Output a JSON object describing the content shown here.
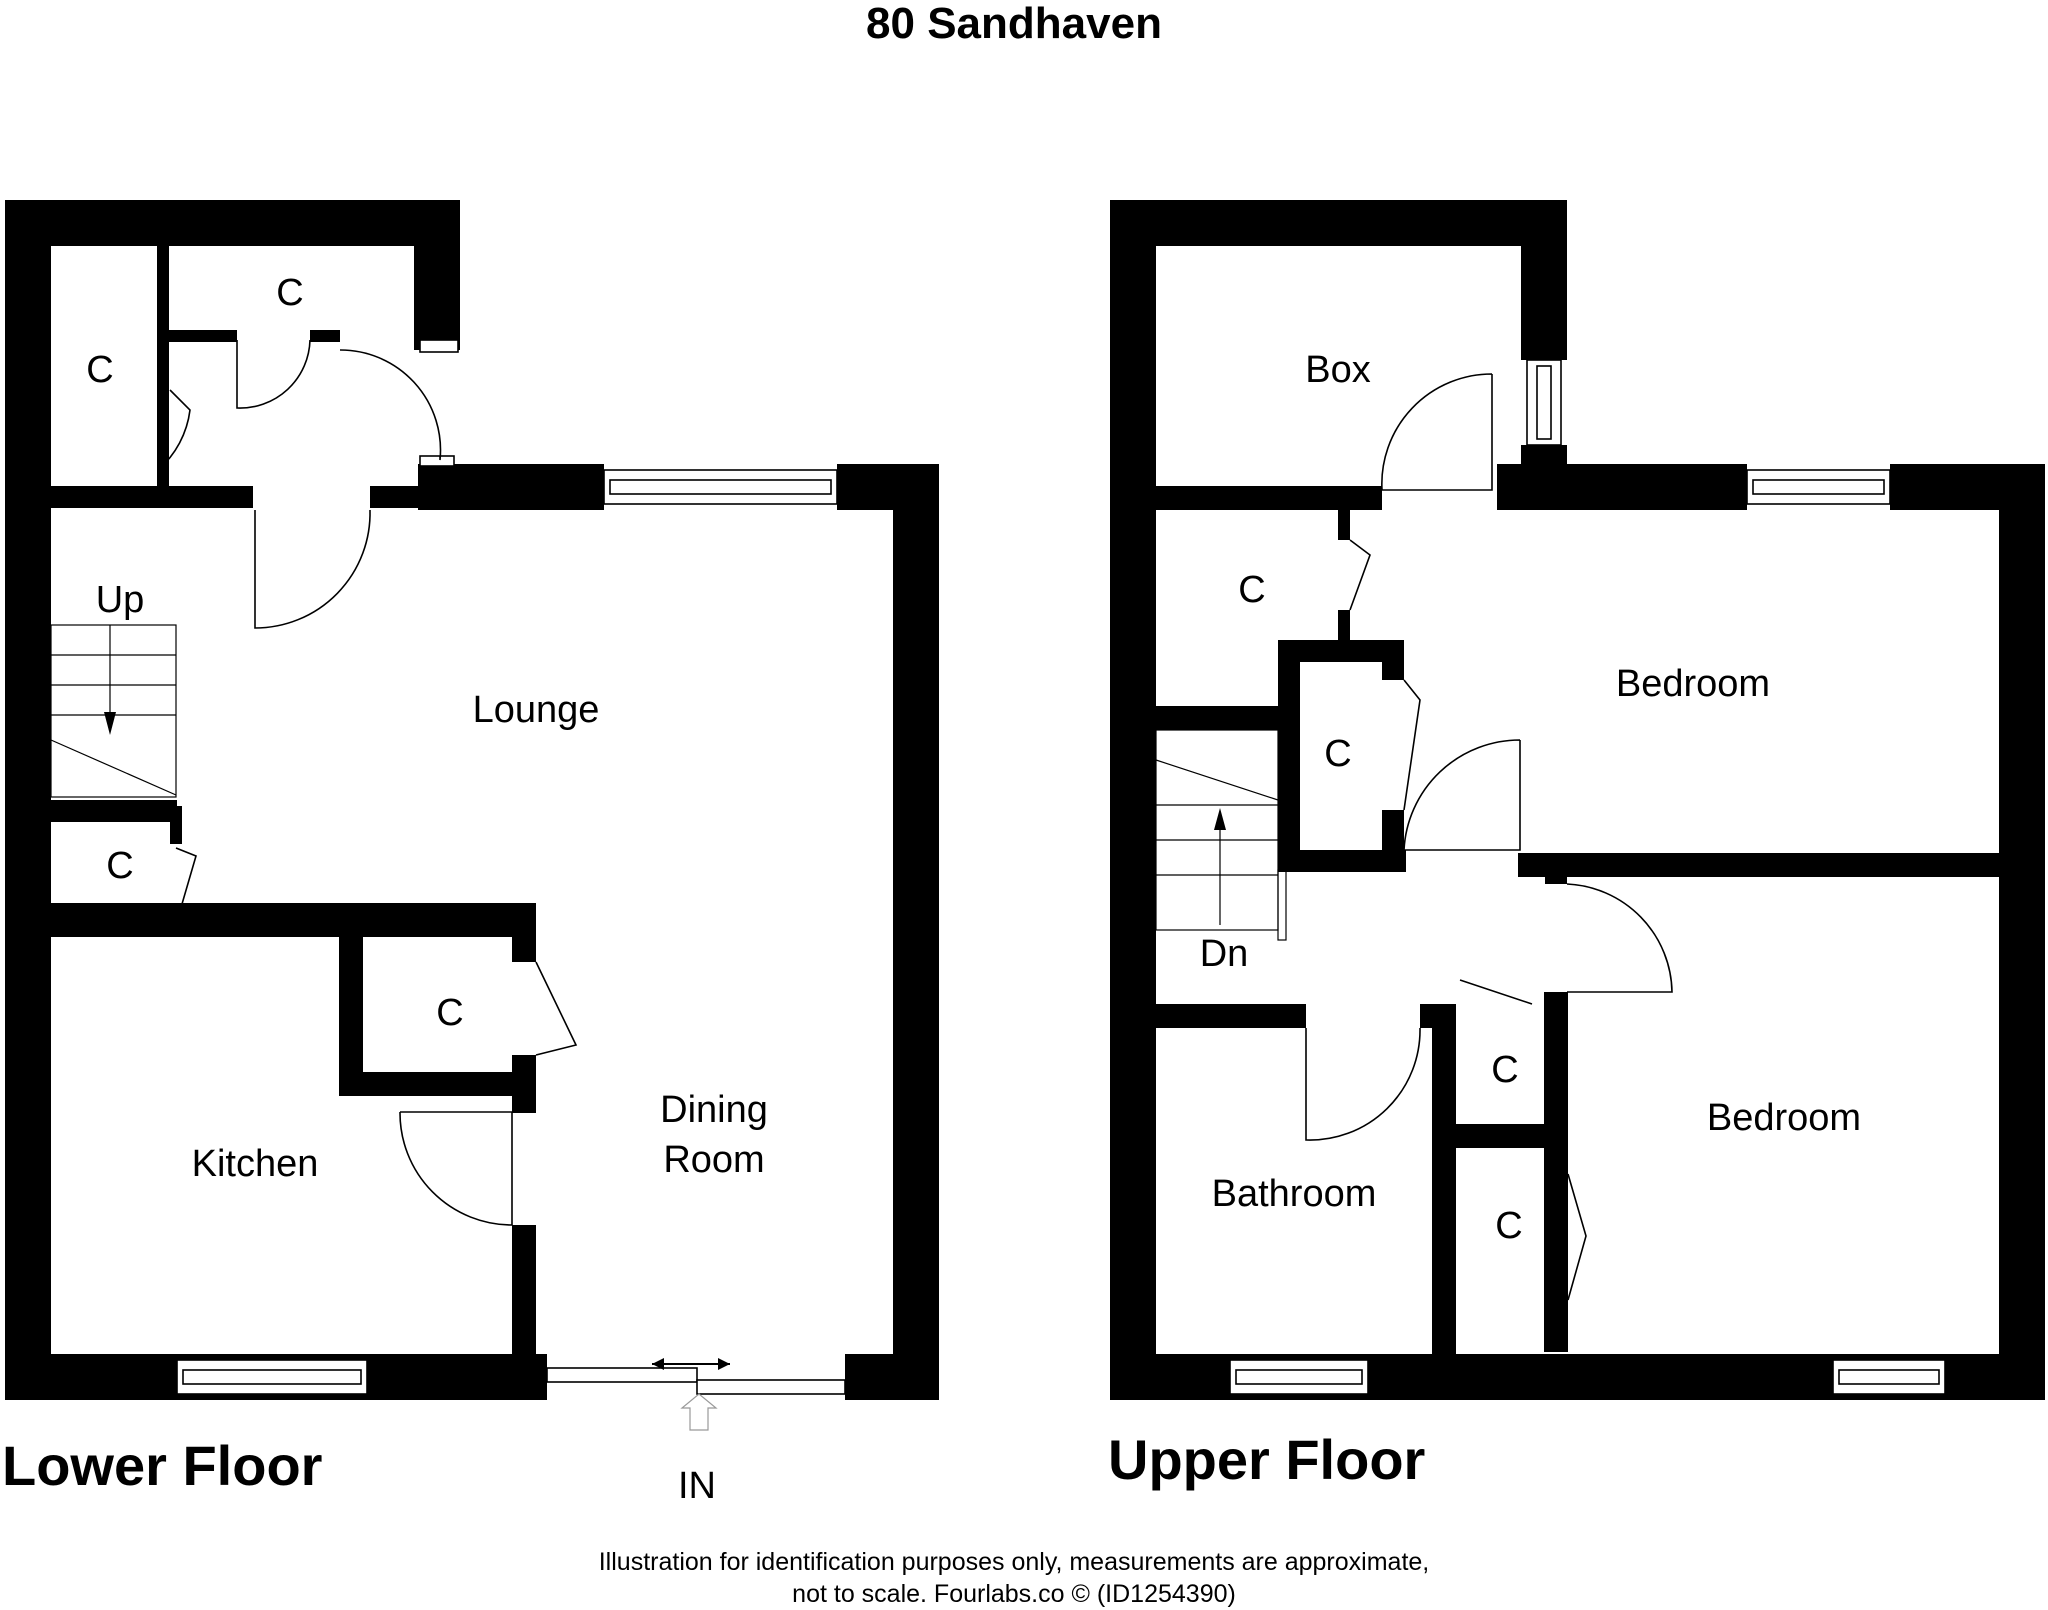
{
  "title": "80 Sandhaven",
  "floors": [
    {
      "name": "Lower Floor",
      "rooms": [
        "C",
        "C",
        "Up",
        "Lounge",
        "C",
        "C",
        "Kitchen",
        "Dining",
        "Room"
      ],
      "entrance": "IN"
    },
    {
      "name": "Upper Floor",
      "rooms": [
        "Box",
        "C",
        "Bedroom",
        "C",
        "Dn",
        "C",
        "Bedroom",
        "Bathroom",
        "C"
      ]
    }
  ],
  "footer": {
    "line1": "Illustration for identification purposes only, measurements are approximate,",
    "line2": "not to scale. Fourlabs.co © (ID1254390)"
  }
}
